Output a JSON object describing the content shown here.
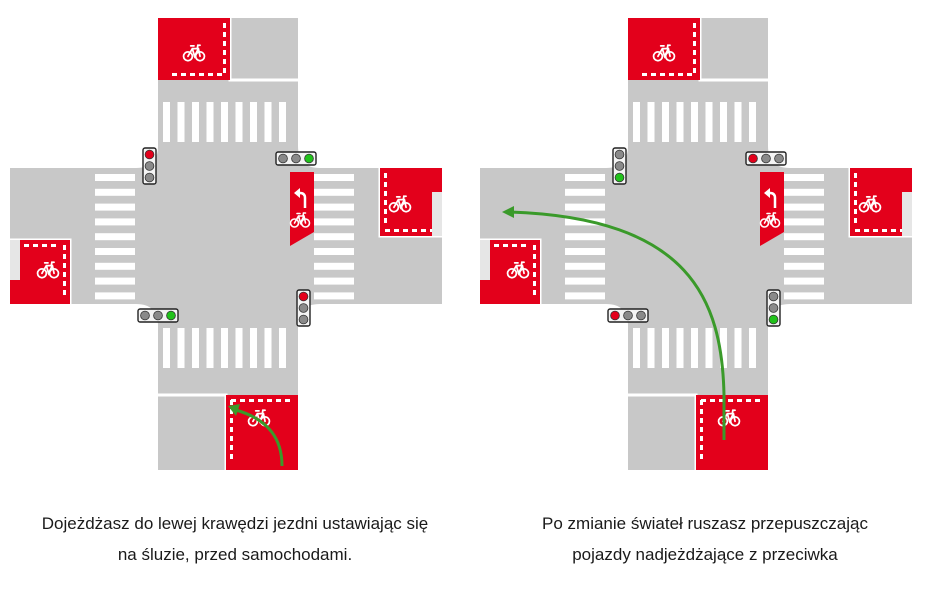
{
  "panels": [
    {
      "id": "left",
      "caption_line1": "Dojeżdżasz do lewej krawędzi jezdni ustawiając się",
      "caption_line2": "na śluzie, przed samochodami.",
      "lights": {
        "west_vertical": "red",
        "east_horizontal": "green",
        "south_horizontal": "green",
        "east_vertical": "red"
      },
      "arrow": "short-left-turn-start"
    },
    {
      "id": "right",
      "caption_line1": "Po zmianie świateł ruszasz przepuszczając",
      "caption_line2": "pojazdy nadjeżdżające z przeciwka",
      "lights": {
        "west_vertical": "green",
        "east_horizontal": "red",
        "south_horizontal": "red",
        "east_vertical": "green"
      },
      "arrow": "full-left-turn-path"
    }
  ],
  "colors": {
    "road": "#c8c8c8",
    "red": "#e3001b",
    "green": "#3a9a2a",
    "light_off": "#8a8a8a",
    "light_red": "#e3001b",
    "light_green": "#21c21b"
  },
  "icons": [
    "bicycle-icon",
    "left-turn-arrow-icon",
    "traffic-light-icon",
    "route-arrow-icon"
  ]
}
